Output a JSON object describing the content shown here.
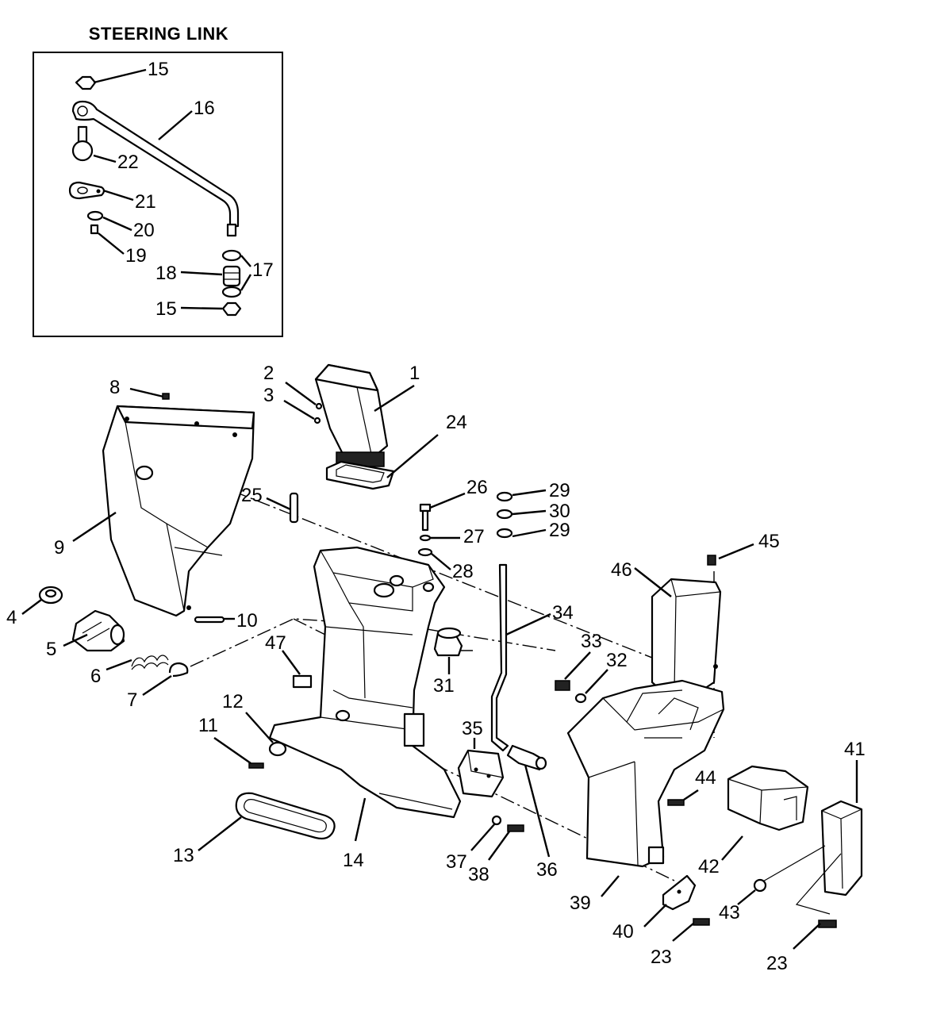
{
  "inset": {
    "title": "STEERING LINK"
  },
  "labels": {
    "l15a": "15",
    "l16": "16",
    "l22": "22",
    "l21": "21",
    "l20": "20",
    "l19": "19",
    "l18": "18",
    "l17": "17",
    "l15b": "15",
    "l8": "8",
    "l2": "2",
    "l3": "3",
    "l1": "1",
    "l24": "24",
    "l25": "25",
    "l9": "9",
    "l26": "26",
    "l27": "27",
    "l28": "28",
    "l29a": "29",
    "l30": "30",
    "l29b": "29",
    "l45": "45",
    "l46": "46",
    "l4": "4",
    "l10": "10",
    "l5": "5",
    "l6": "6",
    "l7": "7",
    "l47": "47",
    "l34": "34",
    "l33": "33",
    "l32": "32",
    "l31": "31",
    "l12": "12",
    "l11": "11",
    "l35": "35",
    "l44": "44",
    "l41": "41",
    "l13": "13",
    "l14": "14",
    "l37": "37",
    "l38": "38",
    "l36": "36",
    "l42": "42",
    "l39": "39",
    "l43": "43",
    "l40": "40",
    "l23a": "23",
    "l23b": "23"
  }
}
